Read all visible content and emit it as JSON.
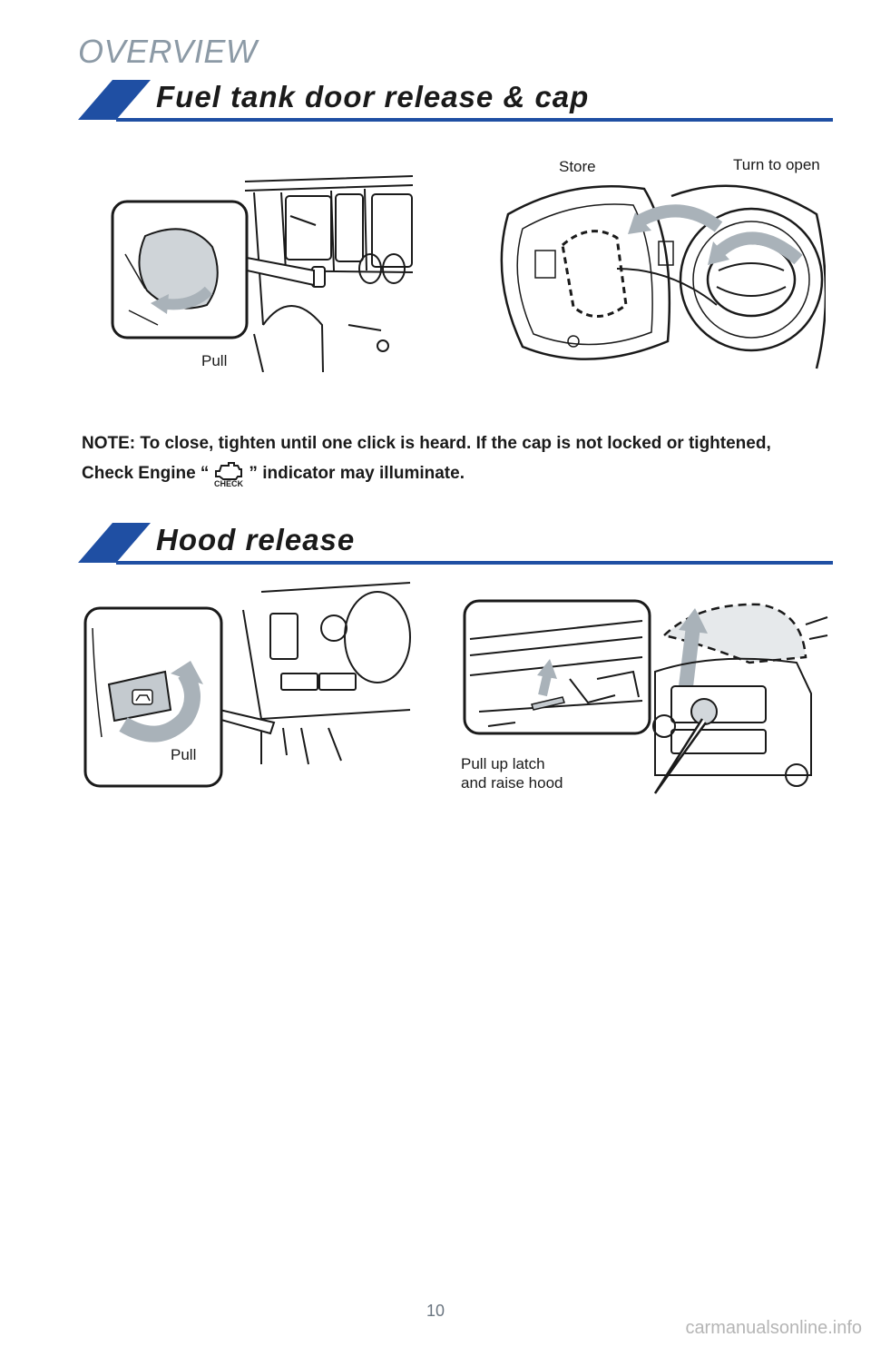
{
  "header": {
    "overview": "OVERVIEW"
  },
  "fuel_section": {
    "title": "Fuel tank door release & cap",
    "labels": {
      "pull": "Pull",
      "store": "Store",
      "turn_to_open": "Turn to open"
    }
  },
  "note": {
    "before_icon": "NOTE: To close, tighten until one click is heard. If the cap is not locked or tightened, Check Engine “",
    "icon_text": "CHECK",
    "after_icon": "” indicator may illuminate."
  },
  "hood_section": {
    "title": "Hood release",
    "labels": {
      "pull": "Pull",
      "pull_up_latch_line1": "Pull up latch",
      "pull_up_latch_line2": "and raise hood"
    }
  },
  "footer": {
    "page_number": "10",
    "watermark": "carmanualsonline.info"
  },
  "colors": {
    "brand_blue": "#1f4fa3",
    "overview_gray": "#8c9aa6",
    "arrow_gray": "#a9b2b9"
  },
  "icons": [
    "check-engine-icon",
    "hood-release-icon"
  ]
}
